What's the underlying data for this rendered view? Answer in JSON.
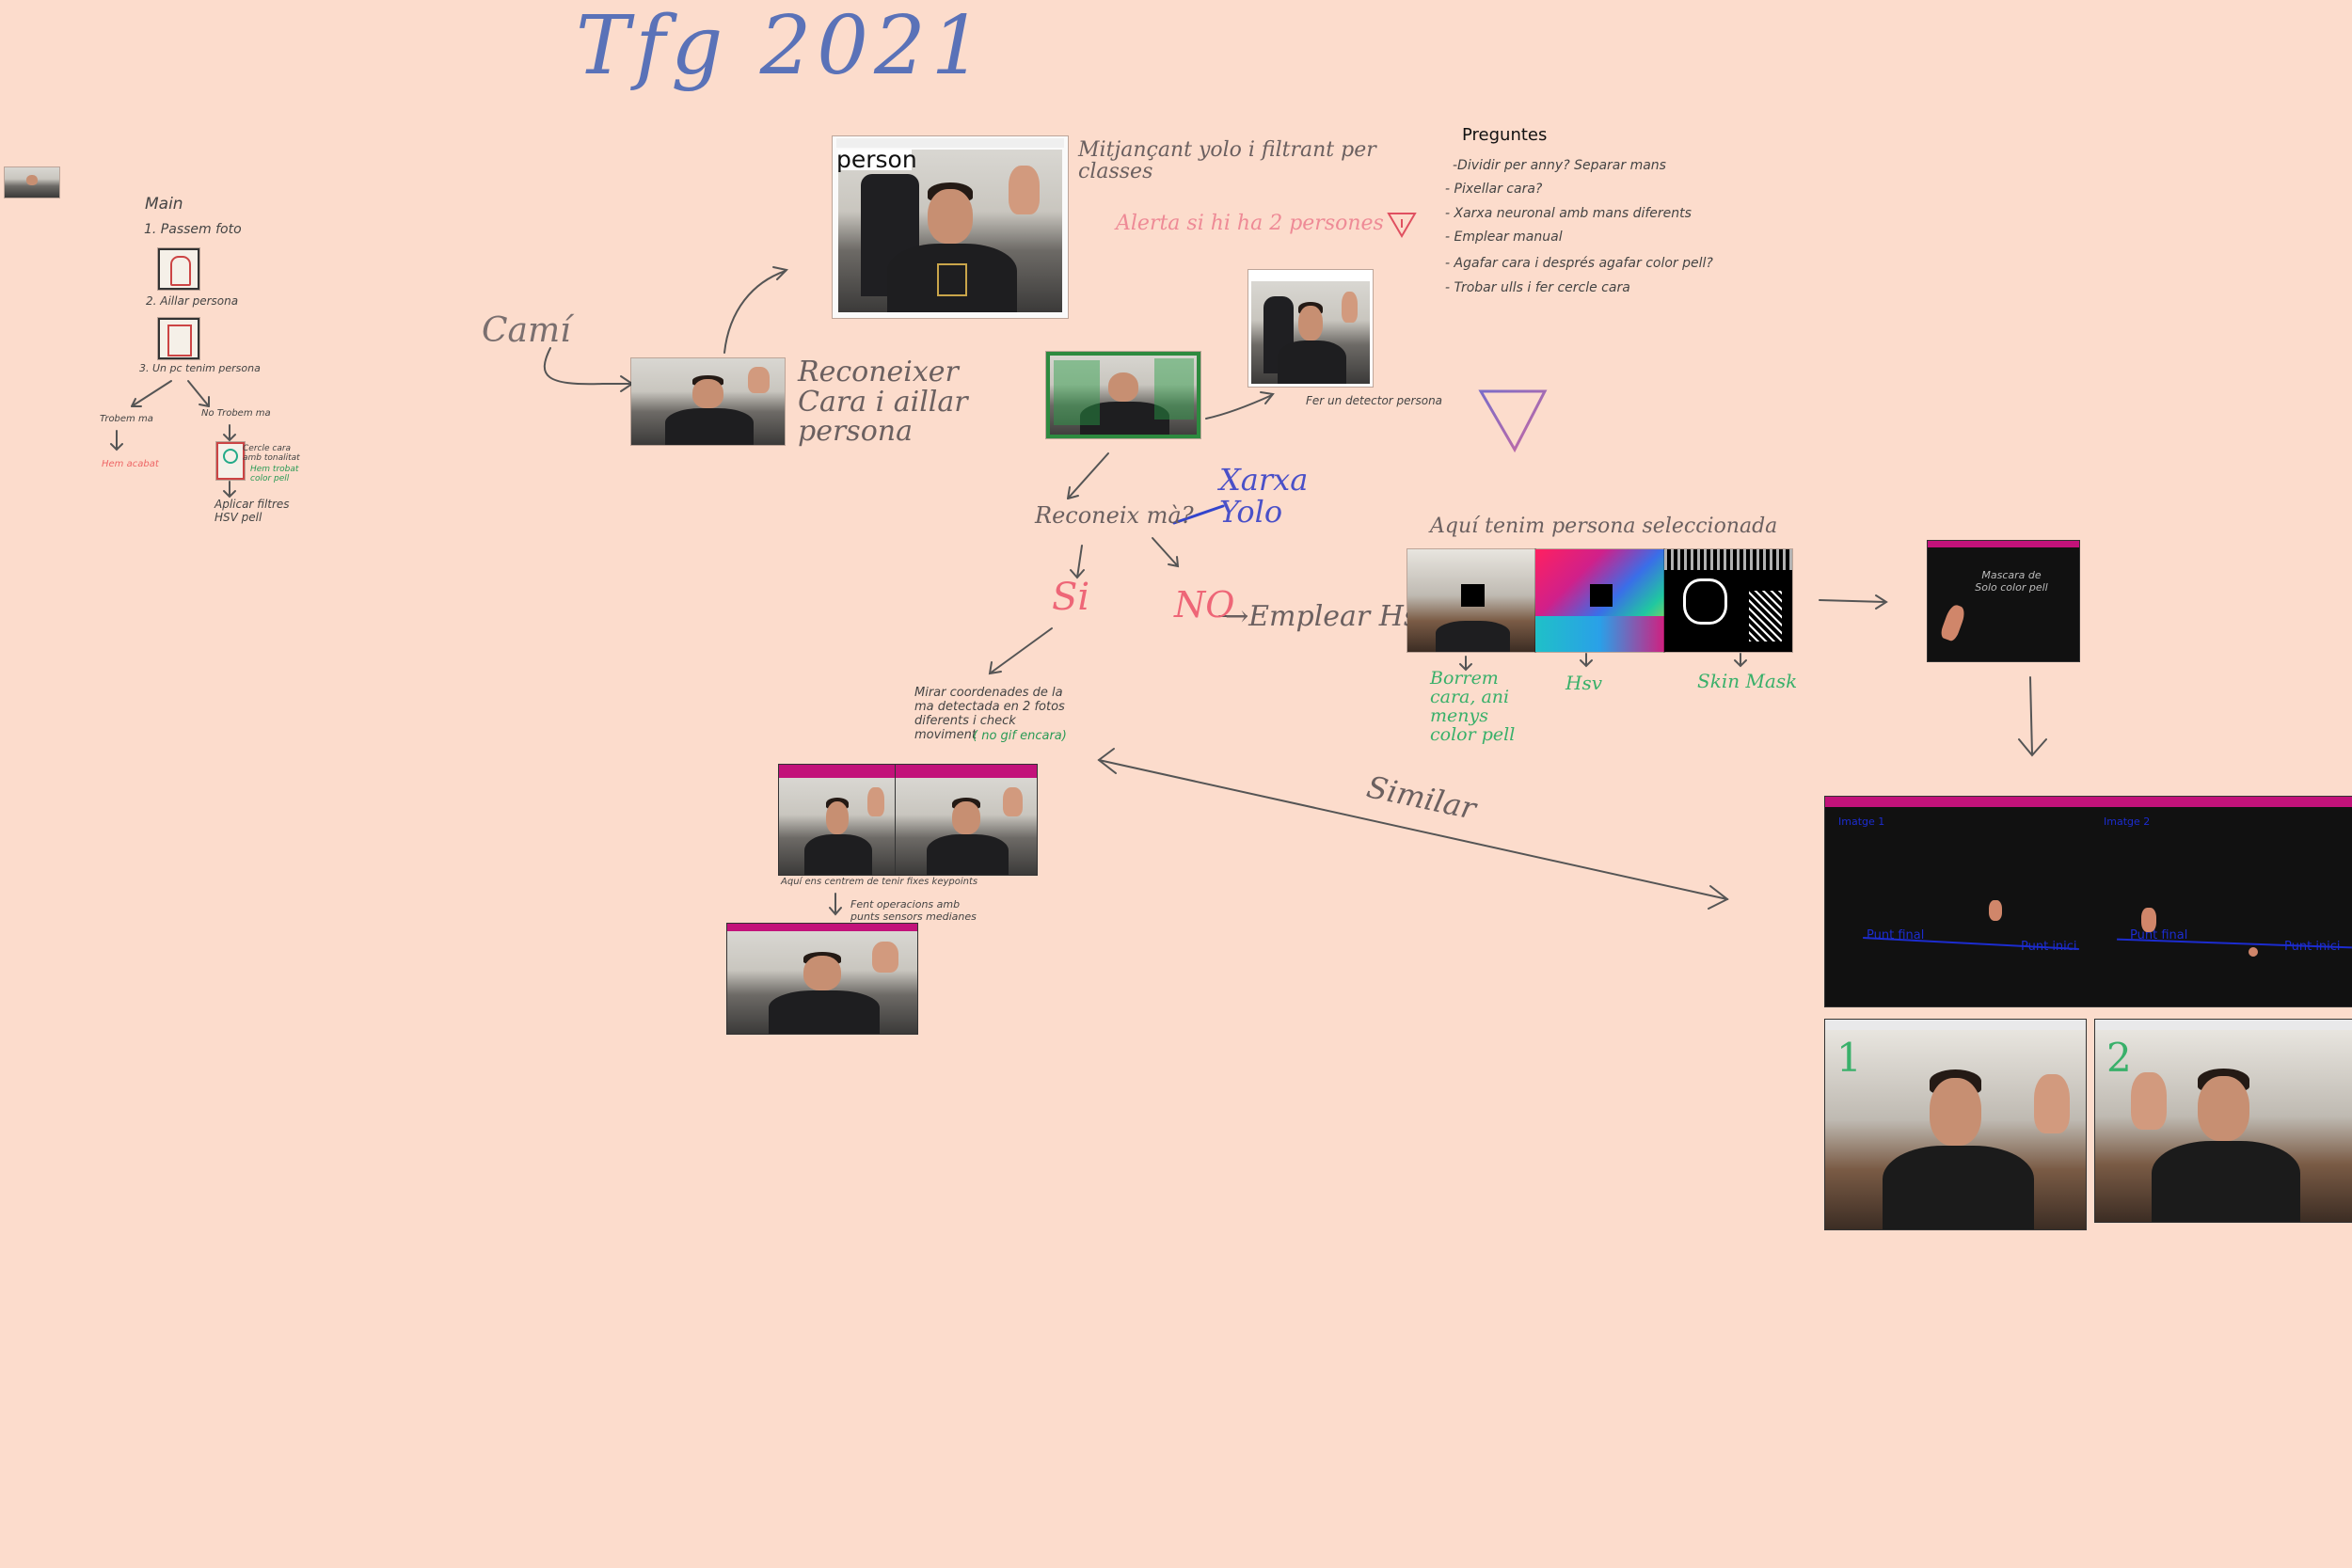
{
  "title": "Tfg 2021",
  "left_column": {
    "heading": "Main",
    "step1": "1. Passem foto",
    "step2": "2. Aillar persona",
    "step3": "3. Un pc tenim persona",
    "branch_left": "Trobem ma",
    "branch_left_note": "Hem acabat",
    "branch_right": "No Trobem ma",
    "cercle": "Cercle cara amb tonalitat",
    "green_note": "Hem trobat color pell",
    "apply": "Aplicar filtres HSV pell"
  },
  "flow": {
    "cami": "Camí",
    "reconeixer": "Reconeixer Cara i aillar persona",
    "yolo_note": "Mitjançant yolo i filtrant per classes",
    "person_label": "person",
    "alert": "Alerta si hi ha 2 persones",
    "fer_detector": "Fer un detector persona",
    "reconeix_ma": "Reconeix mà?",
    "xarxa_yolo": "Xarxa Yolo",
    "si": "Si",
    "no": "NO",
    "emplear_hsv": "→Emplear Hsv",
    "mirar": "Mirar coordenades de la ma detectada en 2 fotos diferents i check moviment",
    "mirar_green": "( no gif encara)",
    "aqui_ens": "Aquí ens centrem de tenir fixes keypoints",
    "fent": "Fent operacions amb punts sensors medianes",
    "similar": "Similar"
  },
  "preguntes": {
    "heading": "Preguntes",
    "items": [
      "-Dividir per anny? Separar mans",
      "- Pixellar cara?",
      "- Xarxa neuronal amb mans diferents",
      "- Emplear manual",
      "- Agafar cara i després agafar color pell?",
      "- Trobar ulls i fer cercle cara"
    ]
  },
  "hsv_row": {
    "title": "Aquí tenim persona seleccionada",
    "label1": "Borrem cara, ani menys color pell",
    "label2": "Hsv",
    "label3": "Skin Mask",
    "mask_text": "Mascara de Solo color pell"
  },
  "gesture_window": {
    "title": "test gestos - Live",
    "image1": "Imatge 1",
    "image2": "Imatge 2",
    "punt_final": "Punt final",
    "punt_inici": "Punt inici"
  },
  "bottom_photos": {
    "n1": "1",
    "n2": "2"
  },
  "colors": {
    "background": "#fcdccc",
    "ink": "#555555",
    "red_ink": "#ee6677",
    "green_ink": "#33aa66",
    "blue_ink": "#3344cc",
    "window_bar": "#c2127a"
  }
}
